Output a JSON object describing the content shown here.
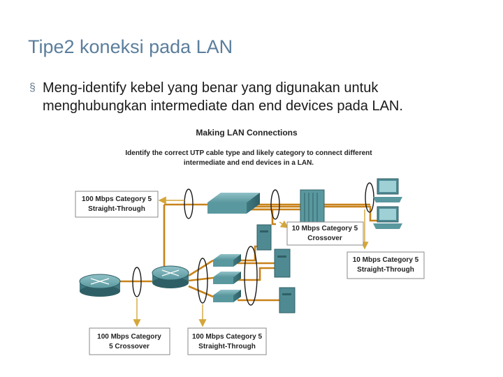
{
  "slide": {
    "title": "Tipe2 koneksi pada LAN",
    "bullet_marker": "§",
    "bullet_text": "Meng-identify kebel yang benar yang digunakan untuk menghubungkan  intermediate dan end devices pada LAN."
  },
  "diagram": {
    "title": "Making LAN Connections",
    "instruction_line1": "Identify the correct UTP cable type and likely category to connect different",
    "instruction_line2": "intermediate and end devices in a LAN.",
    "labels": {
      "a_line1": "100 Mbps Category 5",
      "a_line2": "Straight-Through",
      "b_line1": "10 Mbps Category 5",
      "b_line2": "Crossover",
      "c_line1": "10 Mbps Category 5",
      "c_line2": "Straight-Through",
      "d_line1": "100 Mbps Category",
      "d_line2": "5 Crossover",
      "e_line1": "100 Mbps Category 5",
      "e_line2": "Straight-Through"
    }
  },
  "colors": {
    "title": "#5b7e9c",
    "cable": "#c8821a",
    "arrow": "#d4a63a",
    "device": "#4f8a93"
  }
}
